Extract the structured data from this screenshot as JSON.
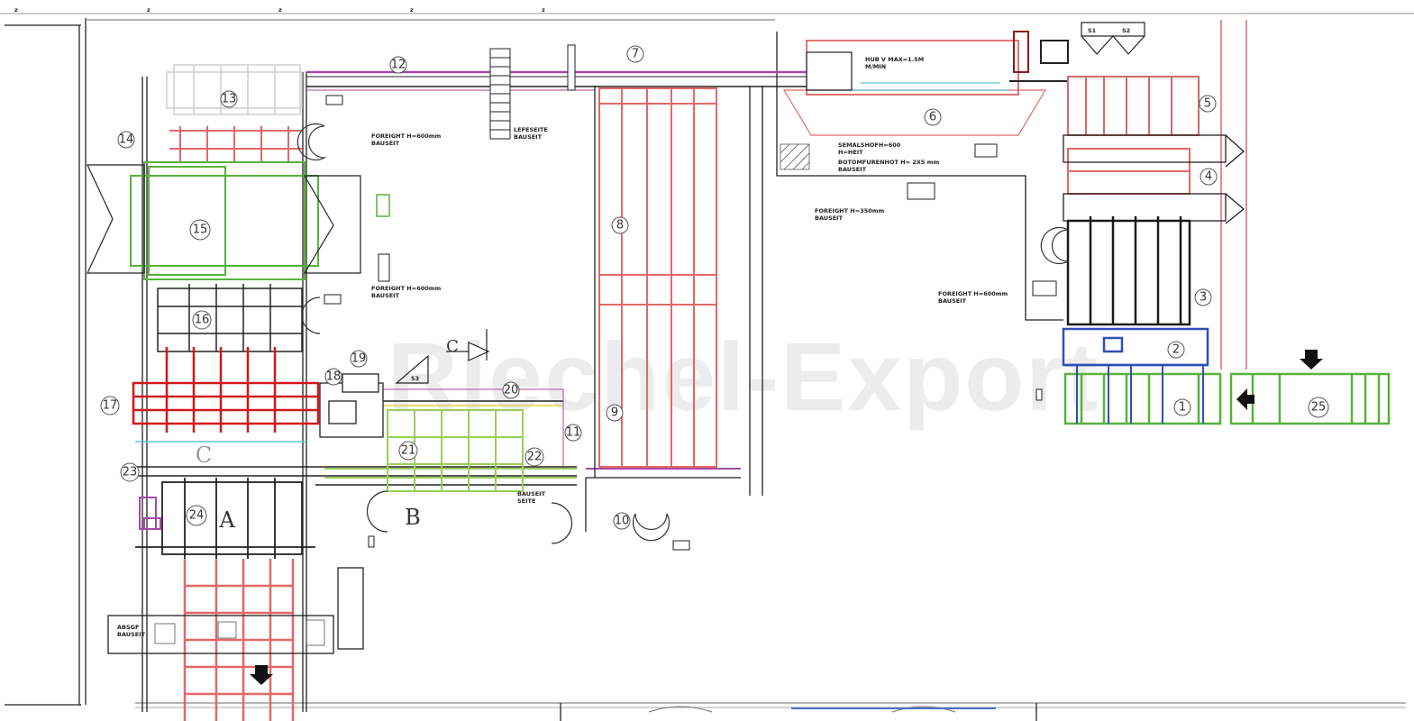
{
  "watermark": "Riechel-Export",
  "top_markers": [
    "z",
    "z",
    "z",
    "z",
    "z"
  ],
  "stations": [
    "1",
    "2",
    "3",
    "4",
    "5",
    "6",
    "7",
    "8",
    "9",
    "10",
    "11",
    "12",
    "13",
    "14",
    "15",
    "16",
    "17",
    "18",
    "19",
    "20",
    "21",
    "22",
    "23",
    "24",
    "25"
  ],
  "section_labels": [
    "A",
    "B",
    "C",
    "C"
  ],
  "colors": {
    "red": "#e36868",
    "dark_red": "#d01818",
    "green": "#58b23a",
    "light_green": "#9acd5c",
    "blue": "#2f4fb8",
    "purple": "#a44aa6",
    "black": "#1a1a1a"
  },
  "header_boxes": [
    "S1",
    "S2"
  ],
  "notes": {
    "note_13": "FOREIGHT H=600mm\nBAUSEIT",
    "note_13b": "FOREIGHT H=600mm\nBAUSEIT",
    "note_mid": "LEFESEITE\nBAUSEIT",
    "note_6": "HUB V MAX=1.5M\nM/MIN",
    "note_6b": "SEMALSHOFH=600\nH=HEIT",
    "note_6c": "BOTOMFURENHOT H= 2X5 mm\nBAUSEIT",
    "note_mid2": "FOREIGHT H=350mm\nBAUSEIT",
    "note_right": "FOREIGHT H=600mm\nBAUSEIT",
    "note_22": "BAUSEIT\nSEITE",
    "note_bottom": "ABSGF\nBAUSEIT",
    "label_s3": "S3"
  }
}
